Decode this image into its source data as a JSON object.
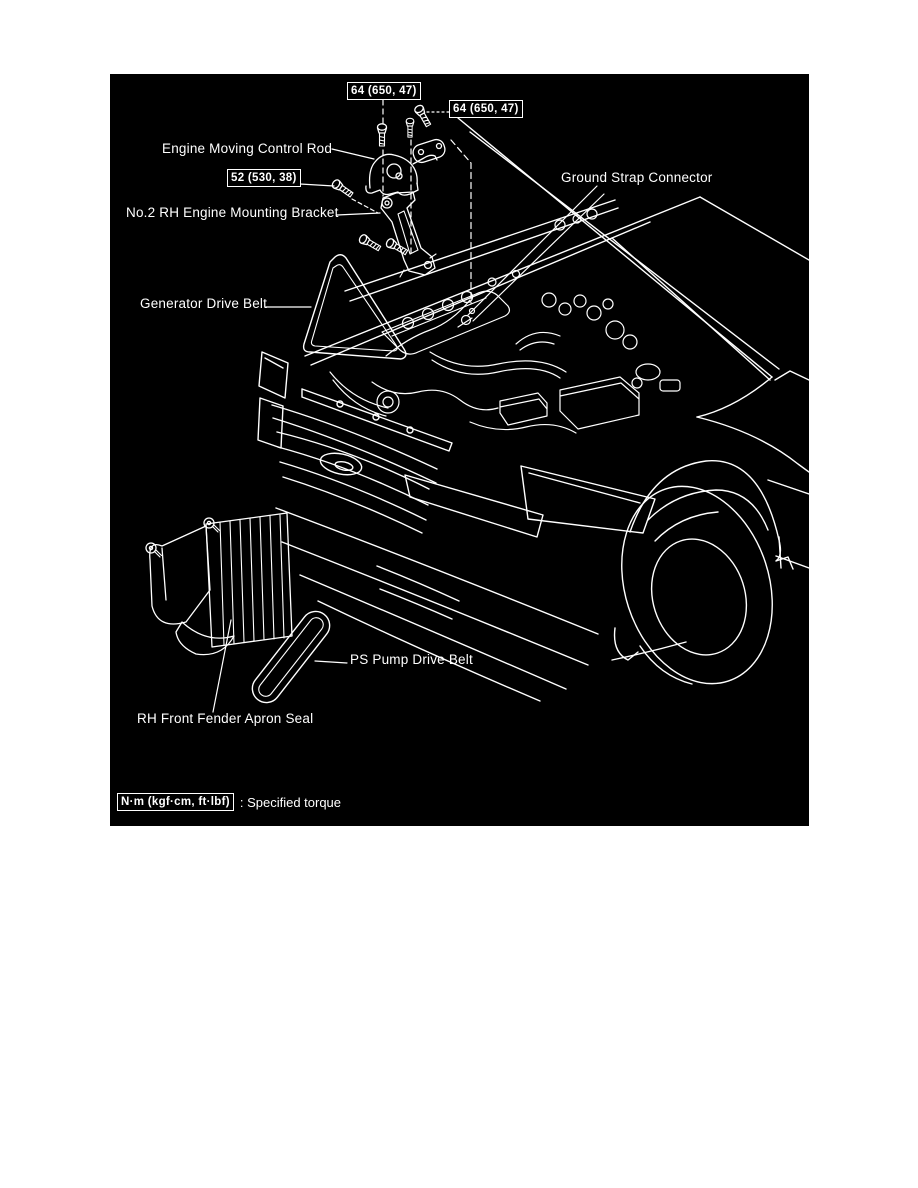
{
  "page": {
    "background": "#ffffff"
  },
  "diagram": {
    "background": "#000000",
    "line_color": "#ffffff",
    "torque_specs": {
      "top": "64 (650, 47)",
      "right": "64 (650, 47)",
      "bracket": "52 (530, 38)"
    },
    "labels": {
      "engine_moving_control_rod": "Engine Moving Control Rod",
      "no2_rh_engine_mounting_bracket": "No.2 RH Engine Mounting Bracket",
      "ground_strap_connector": "Ground Strap Connector",
      "generator_drive_belt": "Generator Drive Belt",
      "ps_pump_drive_belt": "PS Pump Drive Belt",
      "rh_front_fender_apron_seal": "RH Front Fender Apron Seal"
    },
    "legend": {
      "unit_box": "N·m (kgf·cm, ft·lbf)",
      "note": ": Specified torque"
    }
  }
}
